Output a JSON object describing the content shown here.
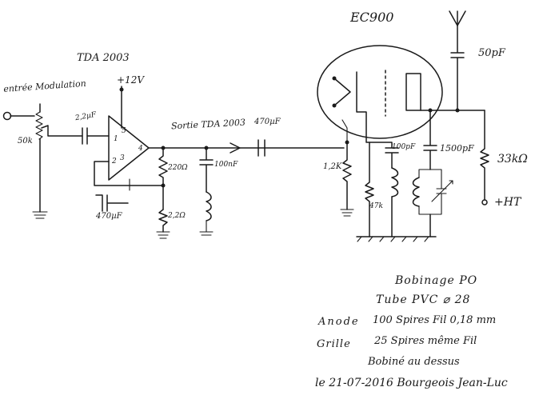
{
  "labels": {
    "ec900": "EC900",
    "tda_chip": "TDA 2003",
    "supply_12v": "+12V",
    "entree_modulation": "entrée Modulation",
    "pot_50k": "50k",
    "cap_2_2uf": "2,2µF",
    "pin5": "5",
    "pin1": "1",
    "pin4": "4",
    "pin2": "2",
    "pin3": "3",
    "cap_470uf_bottom": "470µF",
    "sortie_tda": "Sortie TDA 2003",
    "cap_470uf_out": "470µF",
    "res_220": "220Ω",
    "res_2_2": "2,2Ω",
    "cap_100nf": "100nF",
    "res_1_2k": "1,2K",
    "cap_100pf": "100pF",
    "res_47k": "47k",
    "cap_1500pf": "1500pF",
    "cap_50pf": "50pF",
    "res_33k": "33kΩ",
    "plus_ht": "+HT"
  },
  "notes": {
    "title": "Bobinage PO",
    "tube": "Tube PVC ⌀ 28",
    "anode_label": "Anode",
    "anode_value": "100 Spires Fil 0,18 mm",
    "grille_label": "Grille",
    "grille_value": "25 Spires même Fil",
    "bobine": "Bobiné au dessus",
    "signature": "le 21-07-2016 Bourgeois Jean-Luc"
  }
}
